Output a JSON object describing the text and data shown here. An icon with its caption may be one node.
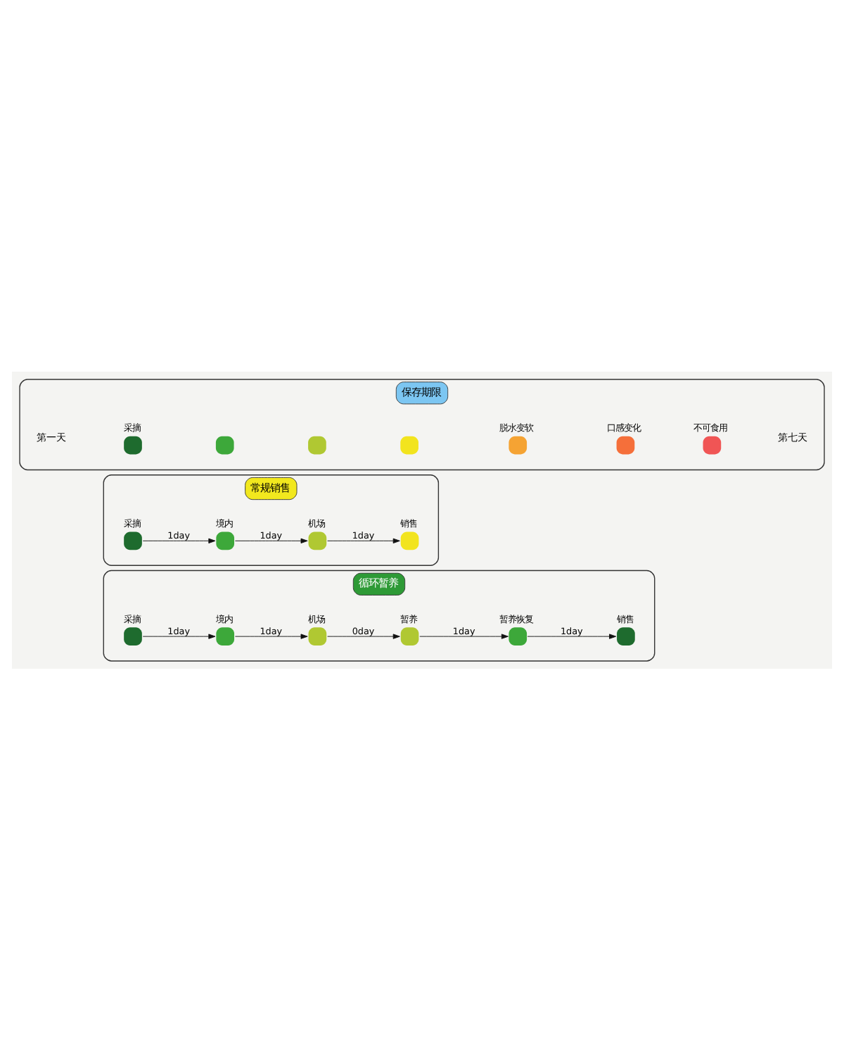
{
  "diagram": {
    "nodes": [
      {
        "text": [
          "保存期限"
        ]
      },
      {
        "text": [
          "采摘"
        ],
        "in": 0
      },
      {
        "text": [],
        "shape": "circle",
        "in": 0
      },
      {
        "text": [],
        "shape": "circle",
        "in": 0
      },
      {
        "text": [],
        "shape": "circle",
        "in": 0
      },
      {
        "text": [
          "脱水变软"
        ],
        "in": 0
      },
      {
        "text": [
          "口感变化"
        ],
        "in": 0
      },
      {
        "text": [
          "不可食用"
        ],
        "in": 0
      },
      {
        "text": [
          "常规销售"
        ]
      },
      {
        "text": [
          "采摘"
        ],
        "in": 8
      },
      {
        "text": [
          "境内"
        ],
        "in": 8
      },
      {
        "text": [
          "机场"
        ],
        "in": 8
      },
      {
        "text": [
          "销售"
        ],
        "in": 8
      },
      {
        "text": [
          "循环暂养"
        ]
      },
      {
        "text": [
          "采摘"
        ],
        "in": 13
      },
      {
        "text": [
          "境内"
        ],
        "in": 13
      },
      {
        "text": [
          "机场"
        ],
        "in": 13
      },
      {
        "text": [
          "暂养"
        ],
        "in": 13
      },
      {
        "text": [
          "暂养恢复"
        ],
        "in": 13
      },
      {
        "text": [
          "销售"
        ],
        "in": 13
      }
    ],
    "edges": [
      {
        "from": 9,
        "to": 10,
        "arrow": "to",
        "label": "1day"
      },
      {
        "from": 10,
        "to": 11,
        "arrow": "to",
        "label": "1day"
      },
      {
        "from": 11,
        "to": 12,
        "arrow": "to",
        "label": "1day"
      },
      {
        "from": 14,
        "to": 15,
        "arrow": "to",
        "label": "1day"
      },
      {
        "from": 15,
        "to": 16,
        "arrow": "to",
        "label": "1day"
      },
      {
        "from": 16,
        "to": 17,
        "arrow": "to",
        "label": "0day"
      },
      {
        "from": 17,
        "to": 18,
        "arrow": "to",
        "label": "1day"
      },
      {
        "from": 18,
        "to": 19,
        "arrow": "to",
        "label": "1day"
      }
    ],
    "labels": [
      "第一天",
      "第七天"
    ]
  }
}
